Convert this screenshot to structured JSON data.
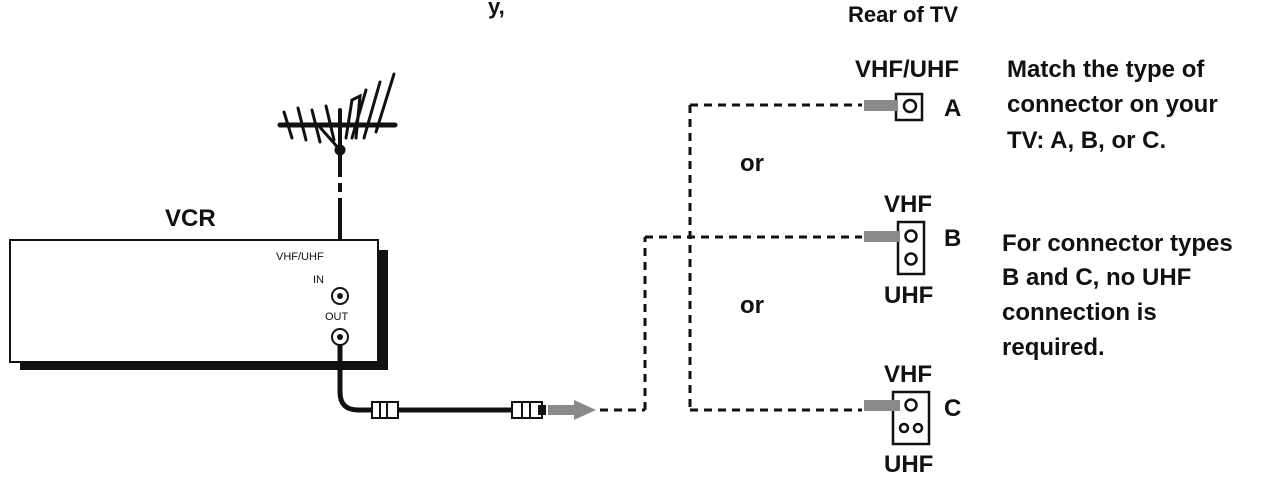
{
  "header": {
    "top_fragment": "y,",
    "rear_of_tv": "Rear of TV"
  },
  "vcr": {
    "label": "VCR",
    "jack_label": "VHF/UHF",
    "in_label": "IN",
    "out_label": "OUT"
  },
  "tv": {
    "vhf_uhf_label": "VHF/UHF",
    "connector_a": {
      "letter": "A"
    },
    "connector_b": {
      "letter": "B",
      "top_label": "VHF",
      "bottom_label": "UHF"
    },
    "connector_c": {
      "letter": "C",
      "top_label": "VHF",
      "bottom_label": "UHF"
    },
    "or_labels": [
      "or",
      "or"
    ]
  },
  "notes": {
    "match_lines": [
      "Match the type of",
      "connector on your",
      "TV: A, B, or C."
    ],
    "bc_lines": [
      "For connector types",
      "B and C, no UHF",
      "connection is",
      "required."
    ]
  },
  "colors": {
    "ink": "#111111",
    "arrow": "#8a8a8a",
    "background": "#ffffff"
  }
}
